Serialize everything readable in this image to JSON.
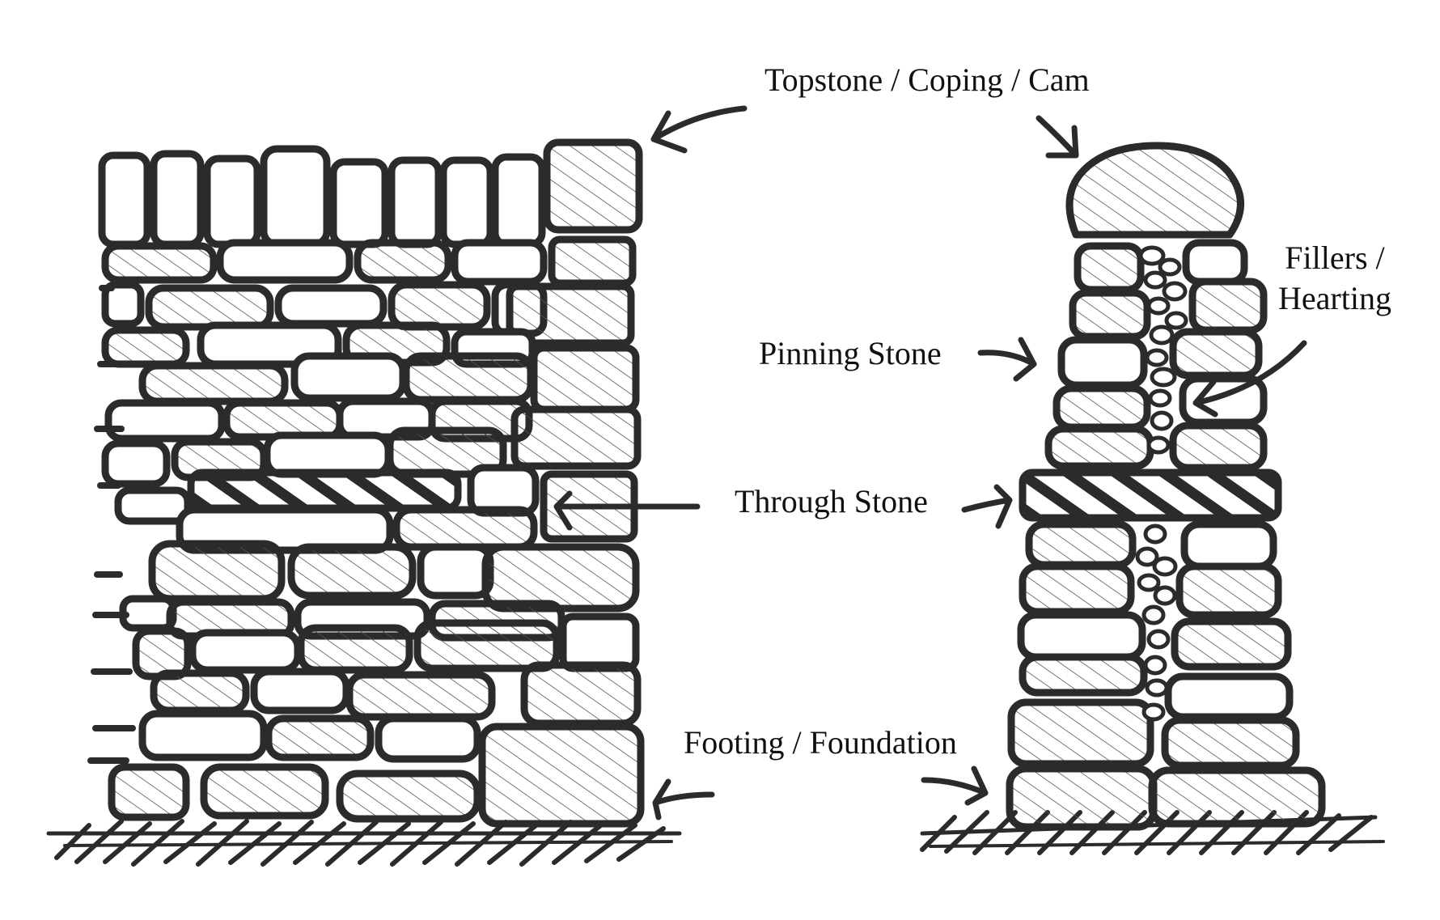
{
  "labels": {
    "topstone": "Topstone / Coping / Cam",
    "fillers_line1": "Fillers /",
    "fillers_line2": "Hearting",
    "pinning": "Pinning Stone",
    "through": "Through Stone",
    "footing": "Footing / Foundation"
  },
  "colors": {
    "ink": "#2b2b2b",
    "background": "#ffffff"
  },
  "icons": {
    "wall_face": "front-elevation-of-dry-stone-wall",
    "wall_section": "cross-section-of-dry-stone-wall",
    "callout": "hand-drawn-arrow"
  }
}
